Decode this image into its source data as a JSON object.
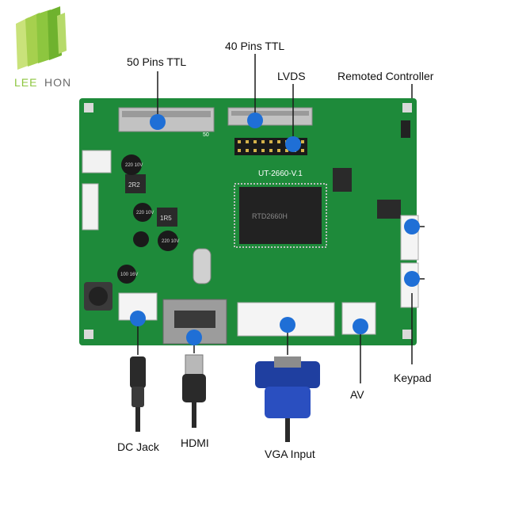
{
  "logo": {
    "left": "LEE",
    "right": "HON",
    "accent": "#8dc63f"
  },
  "labels": {
    "pins50": "50 Pins TTL",
    "pins40": "40 Pins TTL",
    "lvds": "LVDS",
    "remote": "Remoted  Controller",
    "keypad": "Keypad",
    "av": "AV",
    "vga": "VGA Input",
    "hdmi": "HDMI",
    "dc": "DC Jack"
  },
  "board": {
    "model": "UT-2660-V.1",
    "silk_50": "50",
    "caps": [
      "220 10V",
      "220 10V",
      "220 10V",
      "100 16V"
    ],
    "inductors": [
      "2R2",
      "1R5"
    ],
    "chip_text": "RTD2660H"
  },
  "colors": {
    "pcb": "#1e8a3a",
    "pcb_dark": "#157030",
    "marker": "#1f6fd6",
    "vga_blue": "#1f3fa0"
  }
}
